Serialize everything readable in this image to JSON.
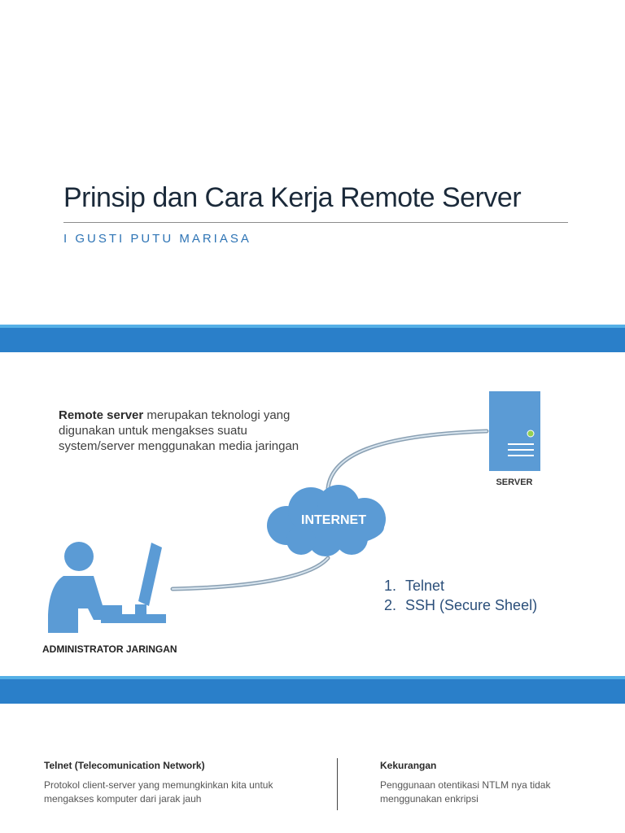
{
  "header": {
    "title": "Prinsip dan Cara Kerja Remote Server",
    "author": "I GUSTI PUTU MARIASA"
  },
  "colors": {
    "band_blue": "#2a7fc9",
    "band_highlight": "#55b0e6",
    "icon_blue": "#5b9bd5",
    "title_color": "#1b2a3a",
    "subtitle_color": "#2e74b5"
  },
  "diagram": {
    "description_bold": "Remote server",
    "description_rest": " merupakan teknologi yang digunakan untuk mengakses suatu system/server menggunakan media jaringan",
    "server_label": "SERVER",
    "cloud_label": "INTERNET",
    "admin_label": "ADMINISTRATOR JARINGAN",
    "icons": [
      "server-icon",
      "cloud-icon",
      "administrator-icon"
    ],
    "protocols": [
      {
        "num": "1.",
        "name": "Telnet"
      },
      {
        "num": "2.",
        "name": "SSH (Secure Sheel)"
      }
    ]
  },
  "footer": {
    "left": {
      "heading": "Telnet (Telecomunication Network)",
      "body": "Protokol client-server yang memungkinkan kita untuk mengakses komputer dari jarak jauh"
    },
    "right": {
      "heading": "Kekurangan",
      "body": "Penggunaan otentikasi NTLM nya tidak menggunakan enkripsi"
    }
  }
}
